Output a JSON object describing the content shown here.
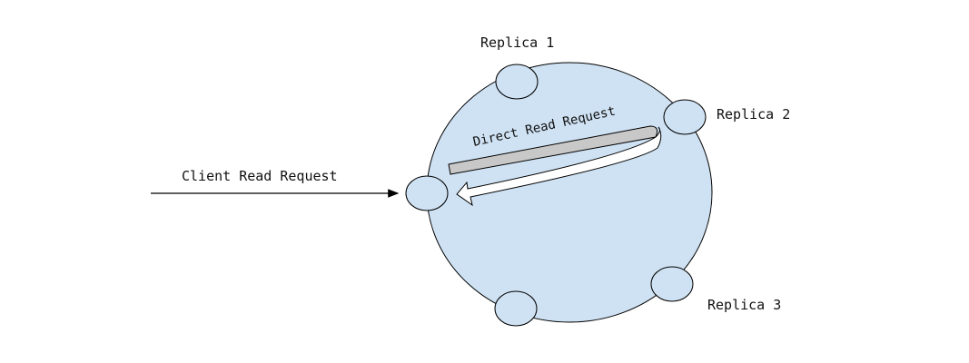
{
  "colors": {
    "ring_fill": "#cfe2f3",
    "stroke": "#000000",
    "band_fill": "#c8c8c8",
    "arrow_fill": "#ffffff"
  },
  "labels": {
    "replica_1": "Replica 1",
    "replica_2": "Replica 2",
    "replica_3": "Replica 3",
    "client_request": "Client Read Request",
    "direct_request": "Direct Read Request"
  }
}
